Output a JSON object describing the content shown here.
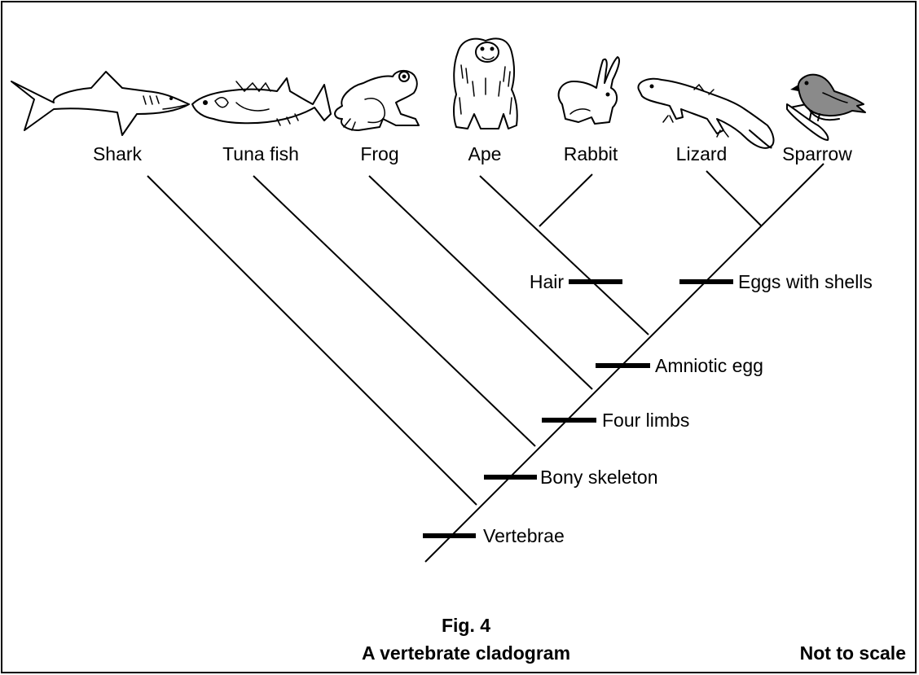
{
  "taxa": [
    {
      "label": "Shark",
      "icon": "shark-icon"
    },
    {
      "label": "Tuna fish",
      "icon": "tuna-icon"
    },
    {
      "label": "Frog",
      "icon": "frog-icon"
    },
    {
      "label": "Ape",
      "icon": "ape-icon"
    },
    {
      "label": "Rabbit",
      "icon": "rabbit-icon"
    },
    {
      "label": "Lizard",
      "icon": "lizard-icon"
    },
    {
      "label": "Sparrow",
      "icon": "sparrow-icon"
    }
  ],
  "traits": {
    "vertebrae": "Vertebrae",
    "bony_skeleton": "Bony skeleton",
    "four_limbs": "Four limbs",
    "amniotic_egg": "Amniotic egg",
    "hair": "Hair",
    "eggs_with_shells": "Eggs with shells"
  },
  "caption": {
    "fig": "Fig. 4",
    "title": "A vertebrate cladogram",
    "note": "Not to scale"
  },
  "colors": {
    "line": "#000000",
    "background": "#ffffff",
    "sparrow_fill": "#8a8a8a"
  }
}
